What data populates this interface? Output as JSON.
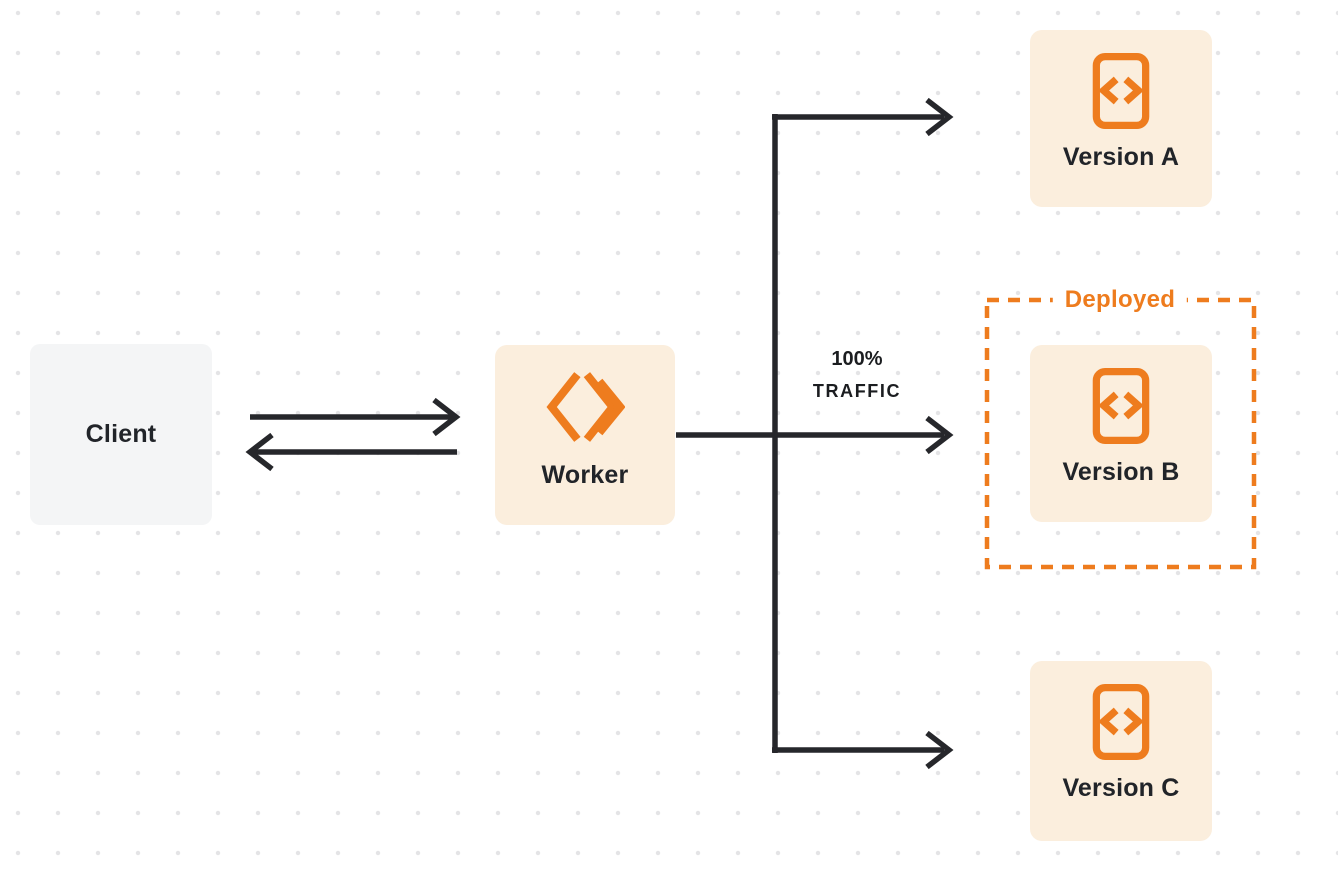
{
  "diagram": {
    "client": {
      "label": "Client"
    },
    "worker": {
      "label": "Worker"
    },
    "versions": [
      {
        "label": "Version A",
        "deployed": false
      },
      {
        "label": "Version B",
        "deployed": true
      },
      {
        "label": "Version C",
        "deployed": false
      }
    ],
    "deployed_label": "Deployed",
    "traffic": {
      "line1": "100%",
      "line2": "TRAFFIC"
    },
    "icons": {
      "worker": "workers-logo-icon",
      "version": "code-file-icon"
    },
    "colors": {
      "accent_orange": "#ee7c1e",
      "node_fill_orange": "#fbeedd",
      "client_fill": "#f4f5f6",
      "connector": "#26272b",
      "text_dark": "#212429",
      "grid_dot": "#e4e4e6",
      "background": "#ffffff"
    }
  }
}
